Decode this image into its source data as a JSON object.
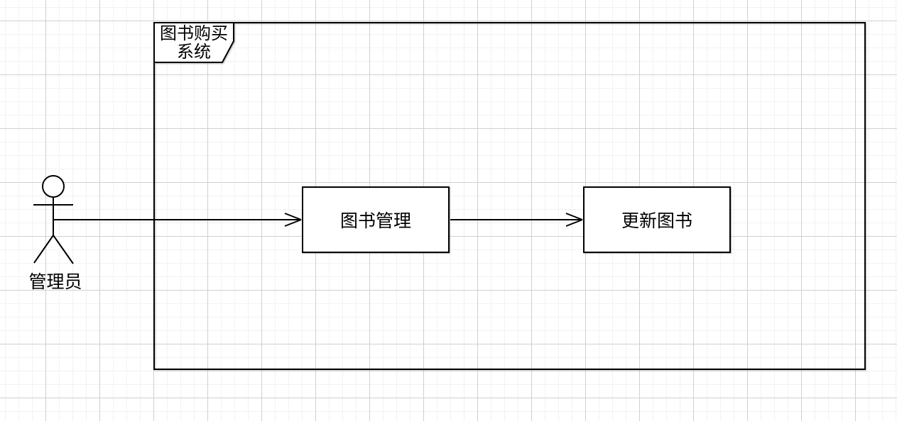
{
  "diagram": {
    "type": "use-case-diagram",
    "system_boundary": {
      "label": "图书购买系统",
      "label_line1": "图书购买",
      "label_line2": "系统"
    },
    "actor": {
      "label": "管理员"
    },
    "use_cases": [
      {
        "label": "图书管理"
      },
      {
        "label": "更新图书"
      }
    ],
    "edges": [
      {
        "from": "管理员",
        "to": "图书管理",
        "style": "open-arrow"
      },
      {
        "from": "图书管理",
        "to": "更新图书",
        "style": "open-arrow"
      }
    ]
  },
  "colors": {
    "stroke": "#000000",
    "canvas_bg": "#ffffff",
    "grid_minor": "#f2f2f2",
    "grid_major": "#d0d0d0",
    "shape_fill": "#ffffff"
  }
}
